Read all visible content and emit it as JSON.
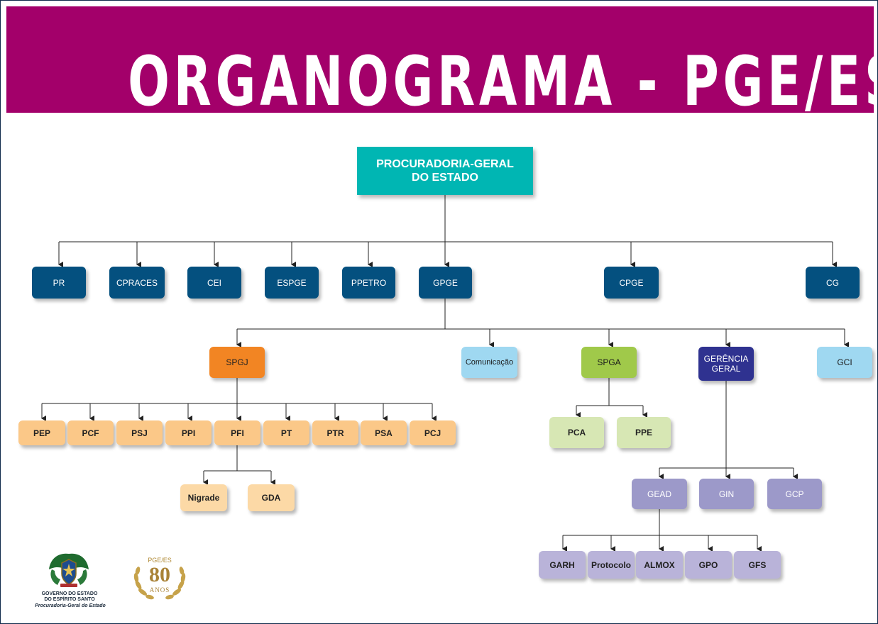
{
  "title": "ORGANOGRAMA - PGE/ES",
  "colors": {
    "banner": "#a3006a",
    "root": "#00b6b3",
    "level1": "#04507f",
    "spgj": "#f28523",
    "comunicacao": "#9fd8f1",
    "spga": "#a0c94a",
    "gerencia_geral": "#2f3290",
    "gci": "#9fd8f1",
    "spgj_children": "#fbc888",
    "pfi_children": "#fcd9a6",
    "spga_children": "#d7e7b4",
    "gerencia_children": "#9c99c9",
    "gead_children": "#b9b3d9",
    "line": "#222222"
  },
  "root": {
    "line1": "PROCURADORIA-GERAL",
    "line2": "DO ESTADO"
  },
  "level1": [
    "PR",
    "CPRACES",
    "CEI",
    "ESPGE",
    "PPETRO",
    "GPGE",
    "CPGE",
    "CG"
  ],
  "gpge_children": {
    "spgj": "SPGJ",
    "comunicacao": "Comunicação",
    "spga": "SPGA",
    "gerencia_line1": "GERÊNCIA",
    "gerencia_line2": "GERAL",
    "gci": "GCI"
  },
  "spgj_children": [
    "PEP",
    "PCF",
    "PSJ",
    "PPI",
    "PFI",
    "PT",
    "PTR",
    "PSA",
    "PCJ"
  ],
  "pfi_children": [
    "Nigrade",
    "GDA"
  ],
  "spga_children": [
    "PCA",
    "PPE"
  ],
  "gerencia_children": [
    "GEAD",
    "GIN",
    "GCP"
  ],
  "gead_children": [
    "GARH",
    "Protocolo",
    "ALMOX",
    "GPO",
    "GFS"
  ],
  "logos": {
    "governo_line1": "GOVERNO DO ESTADO",
    "governo_line2": "DO ESPÍRITO SANTO",
    "governo_line3": "Procuradoria-Geral do Estado",
    "anniv_top": "PGE/ES",
    "anniv_number": "80",
    "anniv_bottom": "ANOS"
  }
}
